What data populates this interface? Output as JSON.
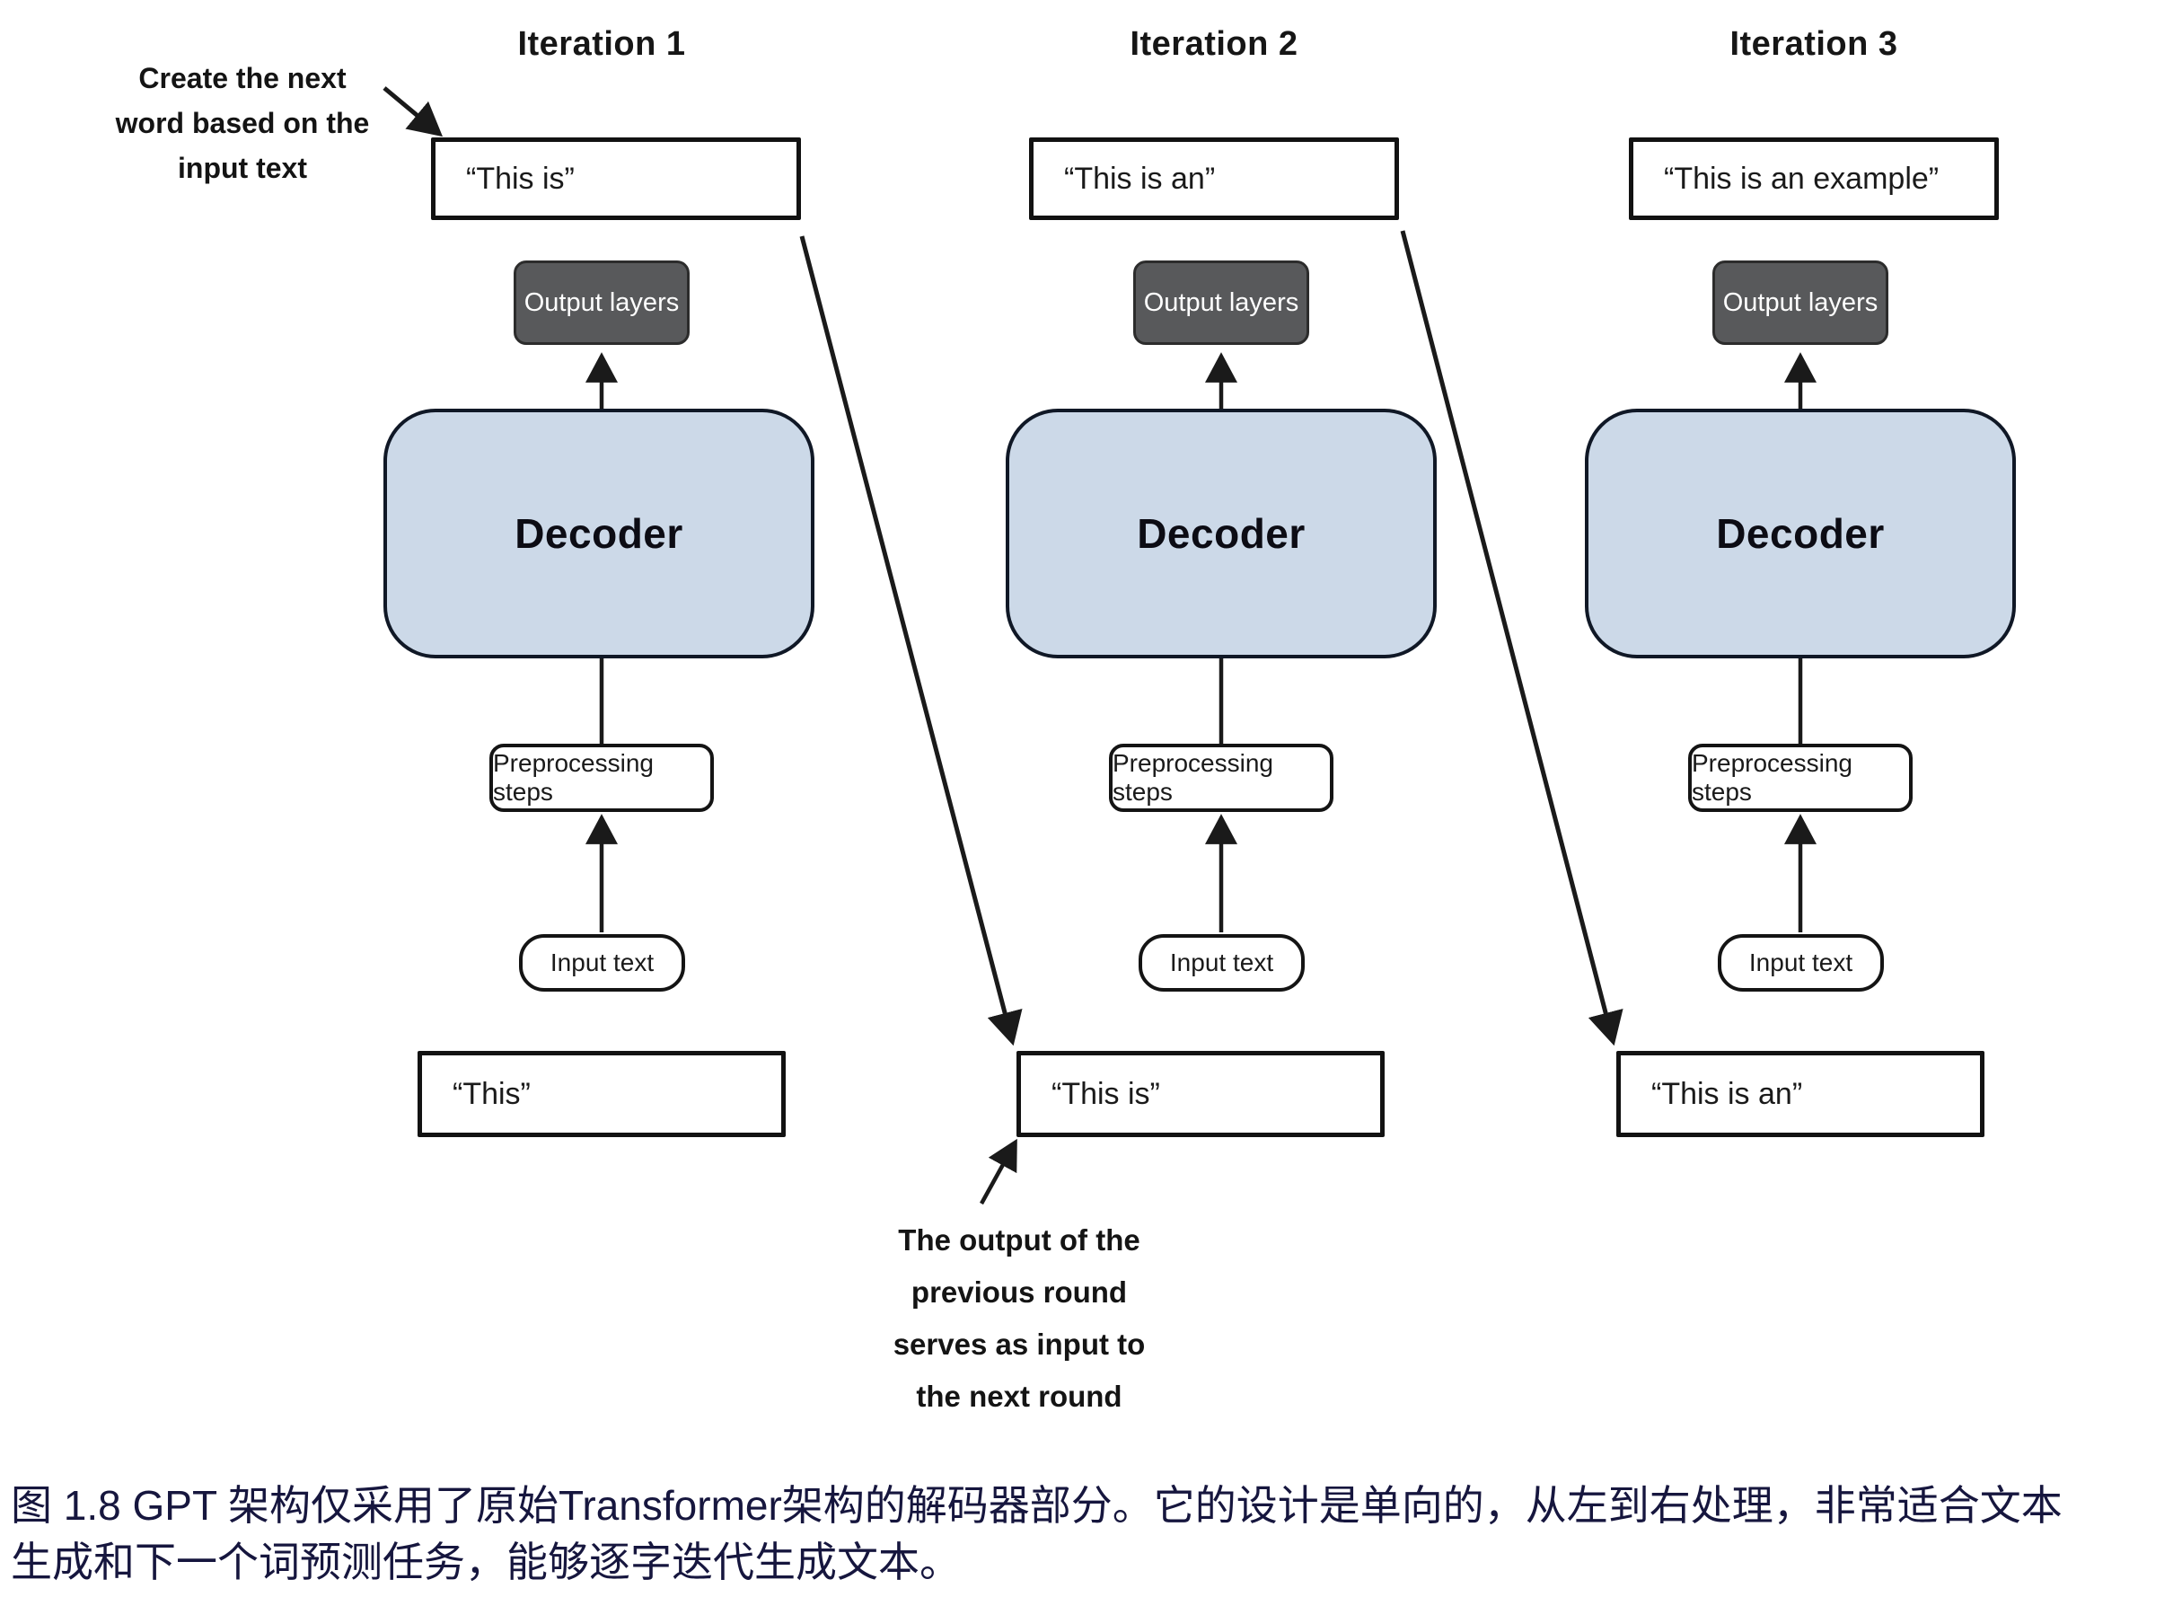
{
  "diagram_title": "GPT decoder-only iterative next-word generation",
  "annotations": {
    "top_left": {
      "line1": "Create the next",
      "line2": "word based on the",
      "line3": "input text"
    },
    "bottom": {
      "line1": "The output of the",
      "line2": "previous round",
      "line3": "serves as input to",
      "line4": "the next round"
    }
  },
  "columns": [
    {
      "title": "Iteration 1",
      "output_text": "“This is”",
      "output_layers_label": "Output layers",
      "decoder_label": "Decoder",
      "preprocessing_label": "Preprocessing steps",
      "input_pill_label": "Input text",
      "input_text": "“This”"
    },
    {
      "title": "Iteration 2",
      "output_text": "“This is an”",
      "output_layers_label": "Output layers",
      "decoder_label": "Decoder",
      "preprocessing_label": "Preprocessing steps",
      "input_pill_label": "Input text",
      "input_text": "“This is”"
    },
    {
      "title": "Iteration 3",
      "output_text": "“This is an example”",
      "output_layers_label": "Output layers",
      "decoder_label": "Decoder",
      "preprocessing_label": "Preprocessing steps",
      "input_pill_label": "Input text",
      "input_text": "“This is an”"
    }
  ],
  "caption": {
    "line1": "图 1.8  GPT 架构仅采用了原始Transformer架构的解码器部分。它的设计是单向的，从左到右处理，非常适合文本",
    "line2": "生成和下一个词预测任务，能够逐字迭代生成文本。"
  },
  "colors": {
    "decoder_fill": "#ccd9e8",
    "output_layers_bg": "#58595b",
    "box_border": "#121212",
    "arrow_color": "#1a1a1a",
    "caption_color": "#16163e"
  },
  "icons": {
    "arrow_head": "solid triangle arrowhead"
  }
}
